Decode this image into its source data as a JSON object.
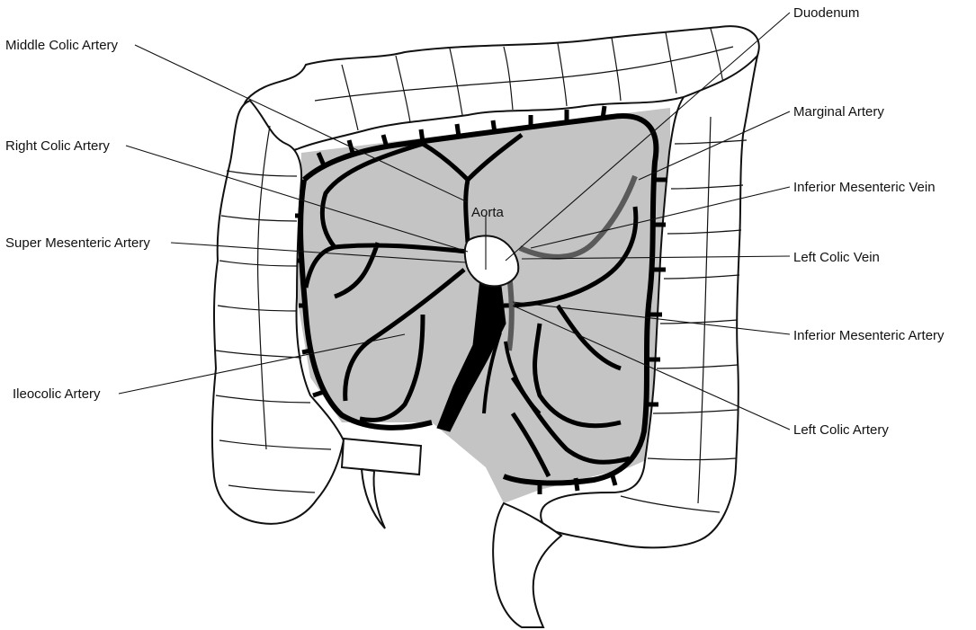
{
  "labels": {
    "duodenum": "Duodenum",
    "middle_colic_artery": "Middle Colic Artery",
    "marginal_artery": "Marginal Artery",
    "right_colic_artery": "Right Colic Artery",
    "inferior_mesenteric_vein": "Inferior Mesenteric Vein",
    "aorta": "Aorta",
    "super_mesenteric_artery": "Super Mesenteric Artery",
    "left_colic_vein": "Left Colic Vein",
    "inferior_mesenteric_artery": "Inferior Mesenteric Artery",
    "ileocolic_artery": "Ileocolic Artery",
    "left_colic_artery": "Left Colic Artery"
  },
  "colors": {
    "outline": "#111111",
    "mesentery": "#c4c4c4",
    "colon_fill": "#ffffff",
    "vessel": "#000000",
    "vein": "#5a5a5a"
  }
}
